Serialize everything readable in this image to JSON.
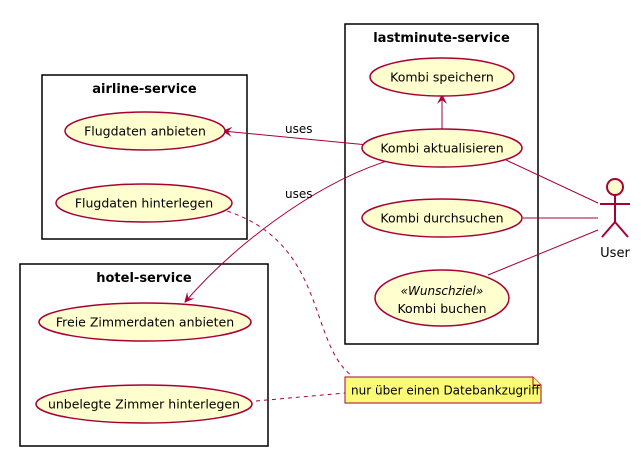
{
  "colors": {
    "usecase_fill": "#FEFECE",
    "border": "#A80036",
    "note_fill": "#FBFB77",
    "actor_fill": "#FEFECE"
  },
  "packages": {
    "airline": "airline-service",
    "lastminute": "lastminute-service",
    "hotel": "hotel-service"
  },
  "usecases": {
    "flugdaten_anbieten": "Flugdaten anbieten",
    "flugdaten_hinterlegen": "Flugdaten hinterlegen",
    "kombi_speichern": "Kombi speichern",
    "kombi_aktualisieren": "Kombi aktualisieren",
    "kombi_durchsuchen": "Kombi durchsuchen",
    "kombi_buchen_stereotype": "«Wunschziel»",
    "kombi_buchen": "Kombi buchen",
    "freie_zimmerdaten": "Freie Zimmerdaten anbieten",
    "unbelegte_zimmer": "unbelegte Zimmer hinterlegen"
  },
  "edges": {
    "uses_1": "uses",
    "uses_2": "uses"
  },
  "note": "nur über einen Datebankzugriff",
  "actor": "User"
}
